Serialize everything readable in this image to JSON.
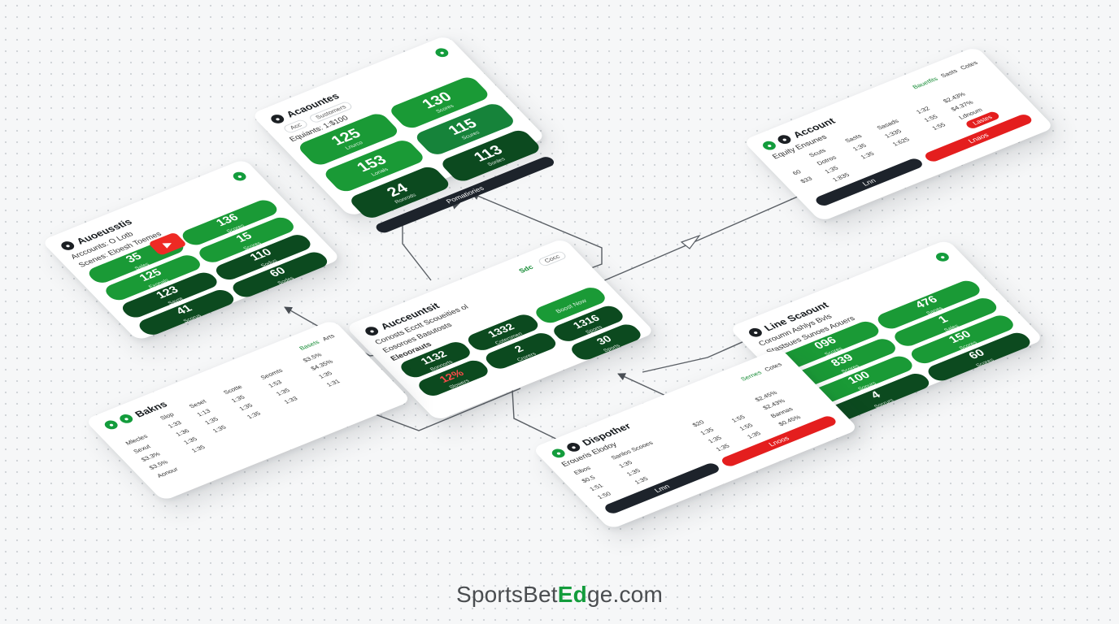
{
  "brand": {
    "prefix": "SportsBet",
    "highlight": "Ed",
    "suffix": "ge.com",
    "highlight_color": "#139c3c"
  },
  "colors": {
    "green": "#1a9a36",
    "dark_green": "#0c4a1f",
    "red": "#e41e1e",
    "dark": "#1d232b"
  },
  "card_top": {
    "title": "Acaountes",
    "chips": [
      "Acc",
      "Sustomers"
    ],
    "subtitle": "Equiants: 1:$100",
    "tiles": [
      {
        "num": "125",
        "lbl": "Lnurco"
      },
      {
        "num": "130",
        "lbl": "Scores"
      },
      {
        "num": "153",
        "lbl": "Lonals"
      },
      {
        "num": "115",
        "lbl": "Scures"
      },
      {
        "num": "24",
        "lbl": "Ronrods"
      },
      {
        "num": "113",
        "lbl": "Sonles"
      }
    ],
    "button": "Pomatiories"
  },
  "card_left": {
    "title": "Auoeusstis",
    "subtitle": "Arccounts: O Lotb",
    "subtitle2": "Scenes: Eloesh Toemes",
    "tiles": [
      {
        "num": "35",
        "lbl": "Sales"
      },
      {
        "num": "136",
        "lbl": "Scores"
      },
      {
        "num": "125",
        "lbl": "Exonals"
      },
      {
        "num": "15",
        "lbl": "Scores"
      },
      {
        "num": "123",
        "lbl": "Savre"
      },
      {
        "num": "110",
        "lbl": "Sodus"
      },
      {
        "num": "41",
        "lbl": "Scorus"
      },
      {
        "num": "60",
        "lbl": "Sodes"
      }
    ]
  },
  "card_center": {
    "title": "Aucceuntsit",
    "badge": "Sdc",
    "chip": "Cocc",
    "subtitle": "Conosts Ecctt Scoueities ol",
    "subtitle2": "Eosoroes Basutosts",
    "section": "Eleoorauts",
    "tiles": [
      {
        "num": "1132",
        "lbl": "Bonnorts"
      },
      {
        "num": "1332",
        "lbl": "Cotersmen"
      },
      {
        "num": "12%",
        "lbl": "Slowers"
      },
      {
        "num": "2",
        "lbl": "Crorers"
      },
      {
        "num": "1316",
        "lbl": "Sports"
      },
      {
        "num": "30",
        "lbl": "Sports"
      }
    ],
    "promo": "Boost Now"
  },
  "card_topright": {
    "title": "Account",
    "subtitle": "Equity Ensunes",
    "header_links": [
      "Bauetfits",
      "Sasts",
      "Cotes"
    ],
    "rows": [
      [
        "",
        "Scuts",
        "Sasts",
        "Sasads",
        "1:32",
        "$2.43%"
      ],
      [
        "60",
        "Dotros",
        "1:35",
        "1:335",
        "1:55",
        "$4.37%"
      ],
      [
        "$33",
        "1:35",
        "1:35",
        "1:625",
        "1:55",
        "Ldnoum"
      ],
      [
        "",
        "1:835",
        "",
        "",
        "",
        ""
      ]
    ],
    "pill": "Lastes",
    "btn_dark": "Lnn",
    "btn_red": "Lnaos"
  },
  "card_right": {
    "title": "Line Scaount",
    "subtitle": "Coroumn Ashlys Bvls",
    "subtitle2": "Stastsues Sunoes Aouers",
    "tiles": [
      {
        "num": "096",
        "lbl": "Scores"
      },
      {
        "num": "476",
        "lbl": "Sanes"
      },
      {
        "num": "839",
        "lbl": "Scores"
      },
      {
        "num": "1",
        "lbl": "Sales"
      },
      {
        "num": "100",
        "lbl": "Sonurs"
      },
      {
        "num": "150",
        "lbl": "Scores"
      },
      {
        "num": "4",
        "lbl": "Socrurs"
      },
      {
        "num": "60",
        "lbl": "Scores"
      }
    ]
  },
  "card_bottomleft": {
    "title": "Bakns",
    "header_links": [
      "Basets",
      "Arts"
    ],
    "rows": [
      [
        "",
        "Slop",
        "Seset",
        "Scotte",
        "Seomts",
        "$3.5%"
      ],
      [
        "Mlecles",
        "1:33",
        "1:13",
        "1:35",
        "1:53",
        "$4.35%"
      ],
      [
        "Sexut",
        "1:36",
        "1:35",
        "1:35",
        "1:35",
        "1:35"
      ],
      [
        "$3.3%",
        "1:35",
        "1:35",
        "1:35",
        "1:33",
        "1:31"
      ],
      [
        "$3.5%",
        "1:35",
        "",
        "",
        "",
        ""
      ],
      [
        "Aonour",
        "",
        "",
        "",
        "",
        ""
      ]
    ]
  },
  "card_bottom": {
    "title": "Dispother",
    "subtitle": "Eroueris Elodoy",
    "header_links": [
      "Sernes",
      "Cotes"
    ],
    "rows": [
      [
        "Elbos",
        "Sanlos Scooes",
        "$20",
        "",
        "$2.45%"
      ],
      [
        "$0.5",
        "1:35",
        "1:35",
        "1:55",
        "$2.43%"
      ],
      [
        "1:51",
        "1:35",
        "1:35",
        "1:55",
        "Bannas"
      ],
      [
        "1:50",
        "1:35",
        "1:35",
        "1:35",
        "$0.45%"
      ]
    ],
    "btn_dark": "Lmn",
    "btn_red": "Lnoos"
  }
}
